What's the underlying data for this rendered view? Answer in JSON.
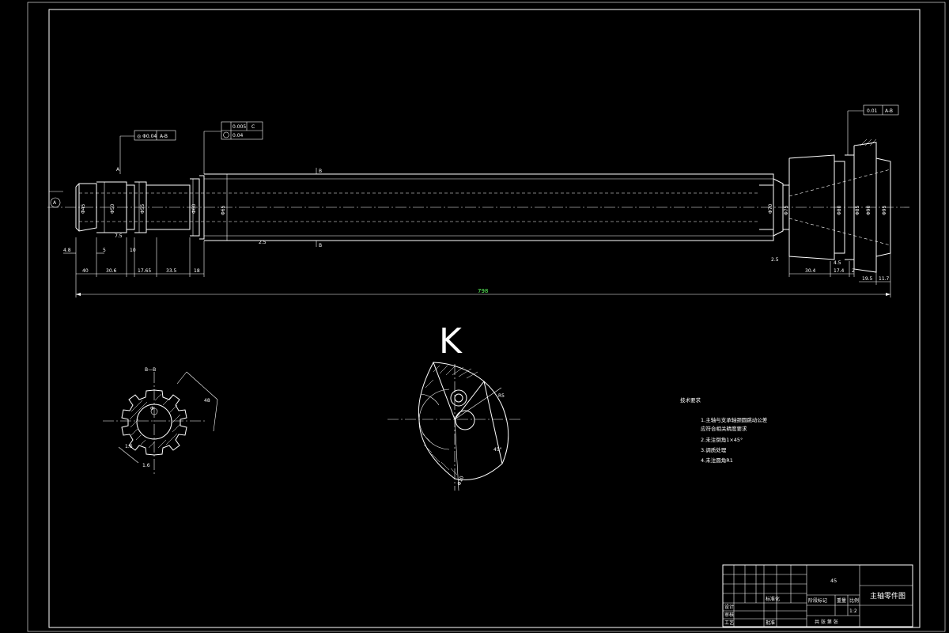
{
  "dimensions": {
    "total_length": "798",
    "bottom_segments": [
      "40",
      "30.6",
      "17.65",
      "33.5",
      "18",
      "30.4",
      "17.4",
      "2",
      "19.5",
      "11.7"
    ],
    "left_small": [
      "4.8",
      "5",
      "7.5",
      "10"
    ],
    "gdt_frame_1": {
      "symbol": "◎ Φ0.04",
      "datum": "A-B"
    },
    "gdt_frame_2": {
      "row1": "0.005",
      "row1_datum": "C",
      "row2": "0.04"
    },
    "gdt_frame_3": {
      "value": "0.01",
      "datum": "A-B"
    },
    "section_label": "B—B",
    "view_label": "K",
    "diameters_left": [
      "Φ45",
      "Φ50",
      "Φ55",
      "Φ60",
      "Φ65"
    ],
    "diameters_right": [
      "Φ70",
      "Φ75",
      "Φ80",
      "Φ85",
      "Φ90",
      "Φ95"
    ]
  },
  "notes": {
    "heading": "技术要求",
    "items": [
      "1.主轴与支承轴颈圆跳动公差",
      "  应符合相关精度要求",
      "2.未注倒角1×45°",
      "3.调质处理",
      "4.未注圆角R1"
    ]
  },
  "title_block": {
    "material": "45",
    "drawing_name": "主轴零件图",
    "labels": {
      "design": "设计",
      "check": "审核",
      "process": "工艺",
      "standard": "标准化",
      "approve": "批准",
      "stage": "阶段标记",
      "weight": "重量",
      "scale": "比例",
      "scale_value": "1:2",
      "sheets": "共  张  第  张"
    }
  }
}
